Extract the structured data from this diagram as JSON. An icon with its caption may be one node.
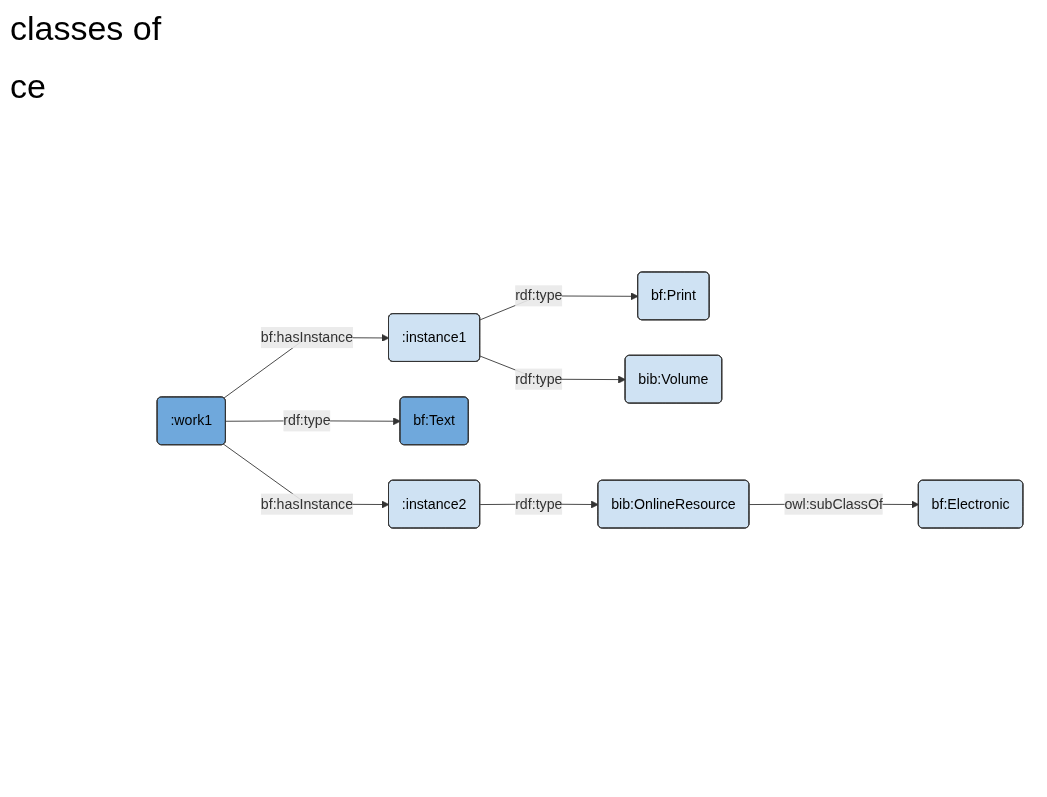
{
  "diagram": {
    "nodes": [
      {
        "text": [
          ":work1"
        ]
      },
      {
        "text": [
          ":instance1"
        ]
      },
      {
        "text": [
          "bf:Print"
        ]
      },
      {
        "text": [
          "bib:Volume"
        ]
      },
      {
        "text": [
          "bf:Text"
        ]
      },
      {
        "text": [
          ":instance2"
        ]
      },
      {
        "text": [
          "bib:OnlineResource"
        ]
      },
      {
        "text": [
          "bf:Electronic"
        ]
      }
    ],
    "edges": [
      {
        "from": 0,
        "to": 1,
        "arrow": "to",
        "label": "bf:hasInstance"
      },
      {
        "from": 1,
        "to": 2,
        "arrow": "to",
        "label": "rdf:type"
      },
      {
        "from": 1,
        "to": 3,
        "arrow": "to",
        "label": "rdf:type"
      },
      {
        "from": 0,
        "to": 4,
        "arrow": "to",
        "label": "rdf:type"
      },
      {
        "from": 0,
        "to": 5,
        "arrow": "to",
        "label": "bf:hasInstance"
      },
      {
        "from": 5,
        "to": 6,
        "arrow": "to",
        "label": "rdf:type"
      },
      {
        "from": 6,
        "to": 7,
        "arrow": "to",
        "label": "owl:subClassOf"
      }
    ],
    "labels": [
      "classes of",
      "ce"
    ]
  }
}
